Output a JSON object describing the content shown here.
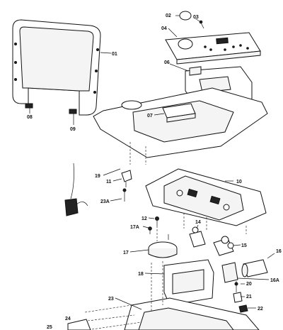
{
  "callouts": {
    "c01": "01",
    "c02": "02",
    "c03": "03",
    "c04": "04",
    "c06": "06",
    "c07": "07",
    "c08": "08",
    "c09": "09",
    "c10": "10",
    "c11": "11",
    "c12": "12",
    "c14": "14",
    "c15": "15",
    "c16": "16",
    "c16a": "16A",
    "c17": "17",
    "c17a": "17A",
    "c18": "18",
    "c19": "19",
    "c20": "20",
    "c21": "21",
    "c22": "22",
    "c23": "23",
    "c23a": "23A",
    "c24": "24",
    "c25": "25"
  }
}
